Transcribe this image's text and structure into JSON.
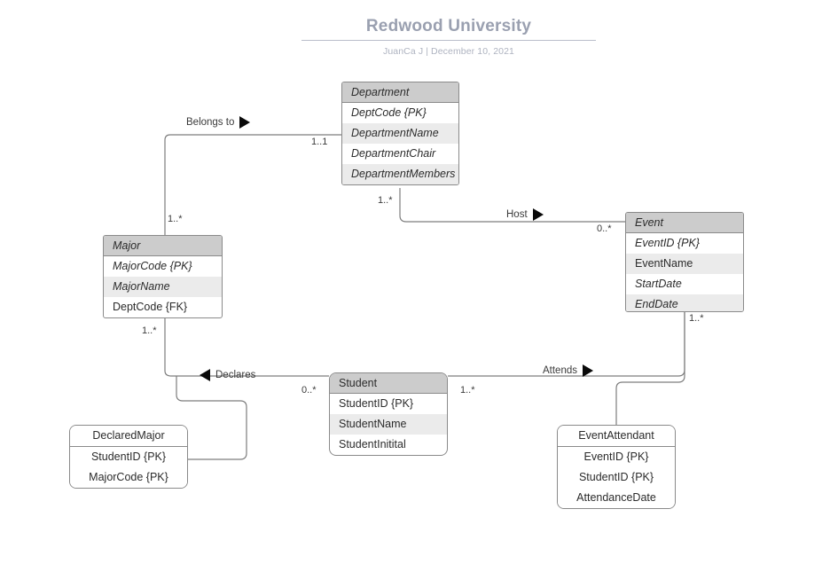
{
  "document": {
    "title": "Redwood University",
    "author": "JuanCa J",
    "separator": "|",
    "date": "December 10, 2021",
    "subtitle": "JuanCa J  |  December 10, 2021"
  },
  "entities": {
    "department": {
      "name": "Department",
      "attributes": [
        "DeptCode {PK}",
        "DepartmentName",
        "DepartmentChair",
        "DepartmentMembers"
      ]
    },
    "major": {
      "name": "Major",
      "attributes": [
        "MajorCode {PK}",
        "MajorName",
        "DeptCode {FK}"
      ]
    },
    "event": {
      "name": "Event",
      "attributes": [
        "EventID {PK}",
        "EventName",
        "StartDate",
        "EndDate"
      ]
    },
    "student": {
      "name": "Student",
      "attributes": [
        "StudentID {PK}",
        "StudentName",
        "StudentInitital"
      ]
    },
    "declared_major": {
      "name": "DeclaredMajor",
      "attributes": [
        "StudentID {PK}",
        "MajorCode {PK}"
      ]
    },
    "event_attendant": {
      "name": "EventAttendant",
      "attributes": [
        "EventID {PK}",
        "StudentID {PK}",
        "AttendanceDate"
      ]
    }
  },
  "relationships": [
    {
      "label": "Belongs to",
      "marker": "triangle-right",
      "marker_position": "after"
    },
    {
      "label": "Host",
      "marker": "triangle-right",
      "marker_position": "after"
    },
    {
      "label": "Declares",
      "marker": "triangle-left",
      "marker_position": "before"
    },
    {
      "label": "Attends",
      "marker": "triangle-right",
      "marker_position": "after"
    }
  ],
  "cardinalities": {
    "department_belongs_to": "1..1",
    "major_belongs_to": "1..*",
    "department_host": "1..*",
    "event_host": "0..*",
    "major_declares": "1..*",
    "student_declares": "0..*",
    "student_attends": "1..*",
    "event_attends": "1..*"
  },
  "colors": {
    "header_fill": "#cccccc",
    "row_alt_fill": "#ebebeb",
    "box_stroke": "#8a8a8a",
    "connector_stroke": "#7d7d7d",
    "title_text": "#9aa0b0",
    "marker_fill": "#0a0a0a"
  }
}
